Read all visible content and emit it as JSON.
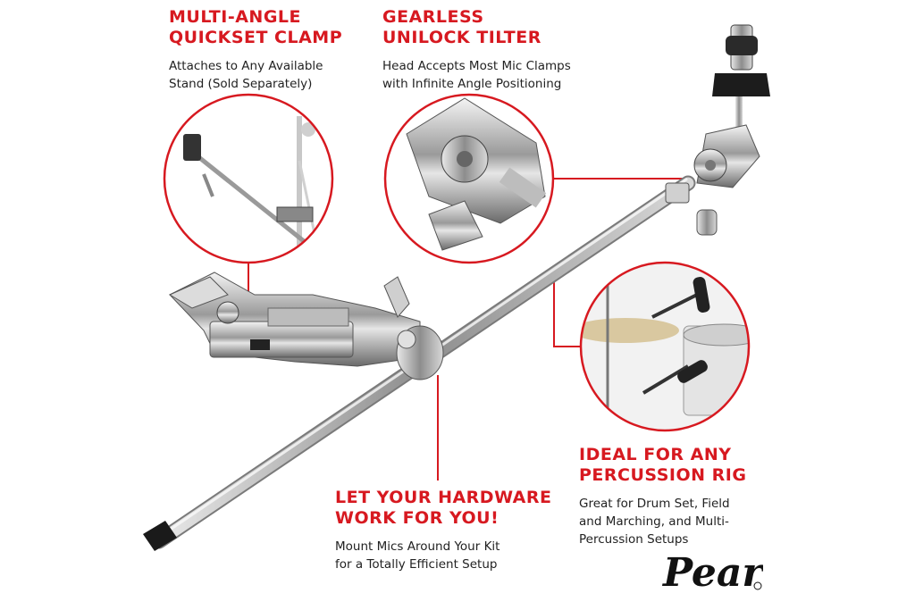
{
  "callouts": [
    {
      "title_line1": "MULTI-ANGLE",
      "title_line2": "QUICKSET CLAMP",
      "body_line1": "Attaches to Any Available",
      "body_line2": "Stand (Sold Separately)"
    },
    {
      "title_line1": "GEARLESS",
      "title_line2": "UNILOCK TILTER",
      "body_line1": "Head Accepts Most Mic Clamps",
      "body_line2": "with Infinite Angle Positioning"
    },
    {
      "title_line1": "LET YOUR HARDWARE",
      "title_line2": "WORK FOR YOU!",
      "body_line1": "Mount Mics Around Your Kit",
      "body_line2": "for a Totally Efficient Setup"
    },
    {
      "title_line1": "IDEAL FOR ANY",
      "title_line2": "PERCUSSION RIG",
      "body_line1": "Great for Drum Set, Field",
      "body_line2": "and Marching, and Multi-",
      "body_line3": "Percussion Setups"
    }
  ],
  "brand": {
    "logo_text": "Pearl",
    "accent_color": "#d71920"
  }
}
